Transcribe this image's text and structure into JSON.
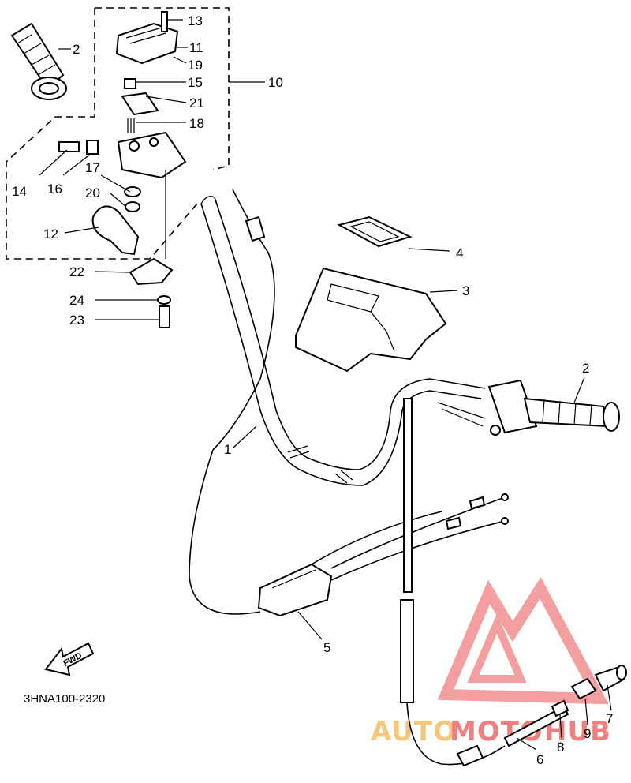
{
  "diagram": {
    "drawing_code": "3HNA100-2320",
    "direction_label": "FWD",
    "part_labels": {
      "p1": "1",
      "p2a": "2",
      "p2b": "2",
      "p3": "3",
      "p4": "4",
      "p5": "5",
      "p6": "6",
      "p7": "7",
      "p8": "8",
      "p9": "9",
      "p10": "10",
      "p11": "11",
      "p12": "12",
      "p13": "13",
      "p14": "14",
      "p15": "15",
      "p16": "16",
      "p17": "17",
      "p18": "18",
      "p19": "19",
      "p20": "20",
      "p21": "21",
      "p22": "22",
      "p23": "23",
      "p24": "24"
    },
    "watermark": {
      "text_a": "AUTO",
      "text_b": "MOTO",
      "text_c": "HUB",
      "color_primary": "#f08080",
      "color_secondary": "#f5c77a"
    }
  }
}
